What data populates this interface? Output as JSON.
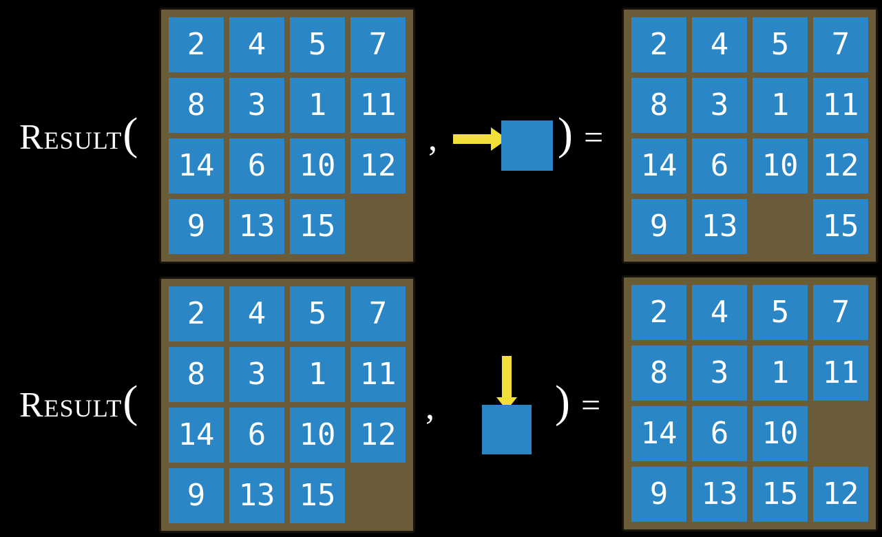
{
  "labels": {
    "function_name": "Result",
    "open_paren": "(",
    "comma": ",",
    "close_paren": ")",
    "equals": "="
  },
  "colors": {
    "background": "#000000",
    "board_face": "#6a5b39",
    "board_border": "#16120c",
    "tile_blue": "#2b86c6",
    "tile_number": "#ffffff",
    "arrow_yellow": "#f2df3a",
    "text_white": "#ffffff"
  },
  "examples": [
    {
      "action_icon": "arrow-right-icon",
      "before": [
        [
          "2",
          "4",
          "5",
          "7"
        ],
        [
          "8",
          "3",
          "1",
          "11"
        ],
        [
          "14",
          "6",
          "10",
          "12"
        ],
        [
          "9",
          "13",
          "15",
          ""
        ]
      ],
      "after": [
        [
          "2",
          "4",
          "5",
          "7"
        ],
        [
          "8",
          "3",
          "1",
          "11"
        ],
        [
          "14",
          "6",
          "10",
          "12"
        ],
        [
          "9",
          "13",
          "",
          "15"
        ]
      ]
    },
    {
      "action_icon": "arrow-down-icon",
      "before": [
        [
          "2",
          "4",
          "5",
          "7"
        ],
        [
          "8",
          "3",
          "1",
          "11"
        ],
        [
          "14",
          "6",
          "10",
          "12"
        ],
        [
          "9",
          "13",
          "15",
          ""
        ]
      ],
      "after": [
        [
          "2",
          "4",
          "5",
          "7"
        ],
        [
          "8",
          "3",
          "1",
          "11"
        ],
        [
          "14",
          "6",
          "10",
          ""
        ],
        [
          "9",
          "13",
          "15",
          "12"
        ]
      ]
    }
  ]
}
